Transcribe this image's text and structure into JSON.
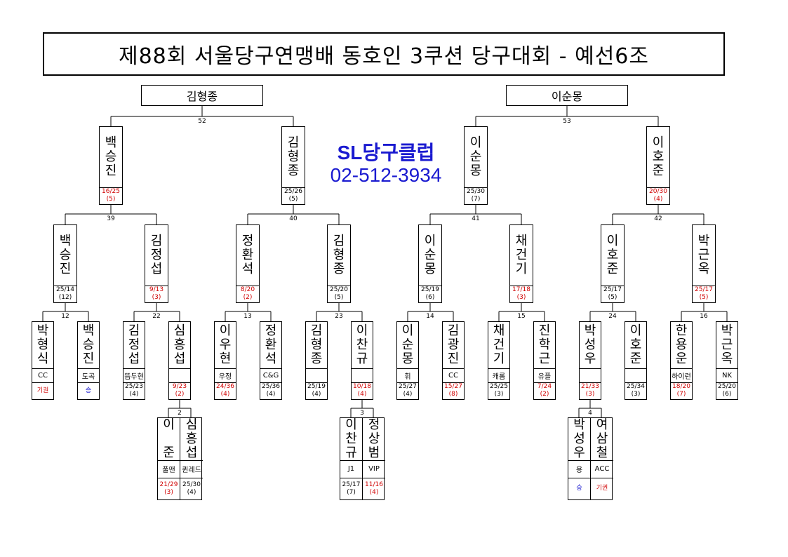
{
  "title": "제88회 서울당구연맹배 동호인 3쿠션 당구대회 - 예선6조",
  "sponsor": {
    "name": "SL당구클럽",
    "phone": "02-512-3934"
  },
  "finals": [
    {
      "name": "김형종"
    },
    {
      "name": "이순몽"
    }
  ],
  "match_numbers": [
    "52",
    "53",
    "39",
    "40",
    "41",
    "42",
    "12",
    "22",
    "13",
    "23",
    "14",
    "15",
    "24",
    "16",
    "2",
    "3",
    "4"
  ],
  "round3": [
    {
      "name": "백승진",
      "score": "16/25",
      "inn": "(5)",
      "red": true
    },
    {
      "name": "김형종",
      "score": "25/26",
      "inn": "(5)",
      "red": false
    },
    {
      "name": "이순몽",
      "score": "25/30",
      "inn": "(7)",
      "red": false
    },
    {
      "name": "이호준",
      "score": "20/30",
      "inn": "(4)",
      "red": true
    }
  ],
  "round2": [
    {
      "name": "백승진",
      "score": "25/14",
      "inn": "(12)",
      "red": false
    },
    {
      "name": "김정섭",
      "score": "9/13",
      "inn": "(3)",
      "red": true
    },
    {
      "name": "정환석",
      "score": "8/20",
      "inn": "(2)",
      "red": true
    },
    {
      "name": "김형종",
      "score": "25/20",
      "inn": "(5)",
      "red": false
    },
    {
      "name": "이순몽",
      "score": "25/19",
      "inn": "(6)",
      "red": false
    },
    {
      "name": "채건기",
      "score": "17/18",
      "inn": "(3)",
      "red": true
    },
    {
      "name": "이호준",
      "score": "25/17",
      "inn": "(5)",
      "red": false
    },
    {
      "name": "박근옥",
      "score": "25/17",
      "inn": "(5)",
      "red": true
    }
  ],
  "round1": [
    {
      "name": "박형식",
      "club": "CC",
      "score": "기권",
      "inn": "",
      "red": true,
      "blue": false
    },
    {
      "name": "백승진",
      "club": "도곡",
      "score": "승",
      "inn": "",
      "red": false,
      "blue": true
    },
    {
      "name": "김정섭",
      "club": "뜸두현",
      "score": "25/23",
      "inn": "(4)",
      "red": false,
      "blue": false
    },
    {
      "name": "심흥섭",
      "club": "",
      "score": "9/23",
      "inn": "(2)",
      "red": true,
      "blue": false
    },
    {
      "name": "이우현",
      "club": "우정",
      "score": "24/36",
      "inn": "(4)",
      "red": true,
      "blue": false
    },
    {
      "name": "정환석",
      "club": "C&G",
      "score": "25/36",
      "inn": "(4)",
      "red": false,
      "blue": false
    },
    {
      "name": "김형종",
      "club": "",
      "score": "25/19",
      "inn": "(4)",
      "red": false,
      "blue": false
    },
    {
      "name": "이찬규",
      "club": "",
      "score": "10/18",
      "inn": "(4)",
      "red": true,
      "blue": false
    },
    {
      "name": "이순몽",
      "club": "휘",
      "score": "25/27",
      "inn": "(4)",
      "red": false,
      "blue": false
    },
    {
      "name": "김광진",
      "club": "CC",
      "score": "15/27",
      "inn": "(8)",
      "red": true,
      "blue": false
    },
    {
      "name": "채건기",
      "club": "캐롬",
      "score": "25/25",
      "inn": "(3)",
      "red": false,
      "blue": false
    },
    {
      "name": "진학근",
      "club": "유플",
      "score": "7/24",
      "inn": "(2)",
      "red": true,
      "blue": false
    },
    {
      "name": "박성우",
      "club": "",
      "score": "21/33",
      "inn": "(3)",
      "red": true,
      "blue": false
    },
    {
      "name": "이호준",
      "club": "",
      "score": "25/34",
      "inn": "(3)",
      "red": false,
      "blue": false
    },
    {
      "name": "한용운",
      "club": "하이런",
      "score": "18/20",
      "inn": "(7)",
      "red": true,
      "blue": false
    },
    {
      "name": "박근옥",
      "club": "NK",
      "score": "25/20",
      "inn": "(6)",
      "red": false,
      "blue": false
    }
  ],
  "round0": [
    {
      "left": {
        "name": "이 준",
        "club": "풀맨",
        "score": "21/29",
        "inn": "(3)",
        "red": true,
        "blue": false
      },
      "right": {
        "name": "심흥섭",
        "club": "퀸레드",
        "score": "25/30",
        "inn": "(4)",
        "red": false,
        "blue": false
      }
    },
    {
      "left": {
        "name": "이찬규",
        "club": "J1",
        "score": "25/17",
        "inn": "(7)",
        "red": false,
        "blue": false
      },
      "right": {
        "name": "정상범",
        "club": "VIP",
        "score": "11/16",
        "inn": "(4)",
        "red": true,
        "blue": false
      }
    },
    {
      "left": {
        "name": "박성우",
        "club": "용",
        "score": "승",
        "inn": "",
        "red": false,
        "blue": true
      },
      "right": {
        "name": "여삼철",
        "club": "ACC",
        "score": "기권",
        "inn": "",
        "red": true,
        "blue": false
      }
    }
  ]
}
